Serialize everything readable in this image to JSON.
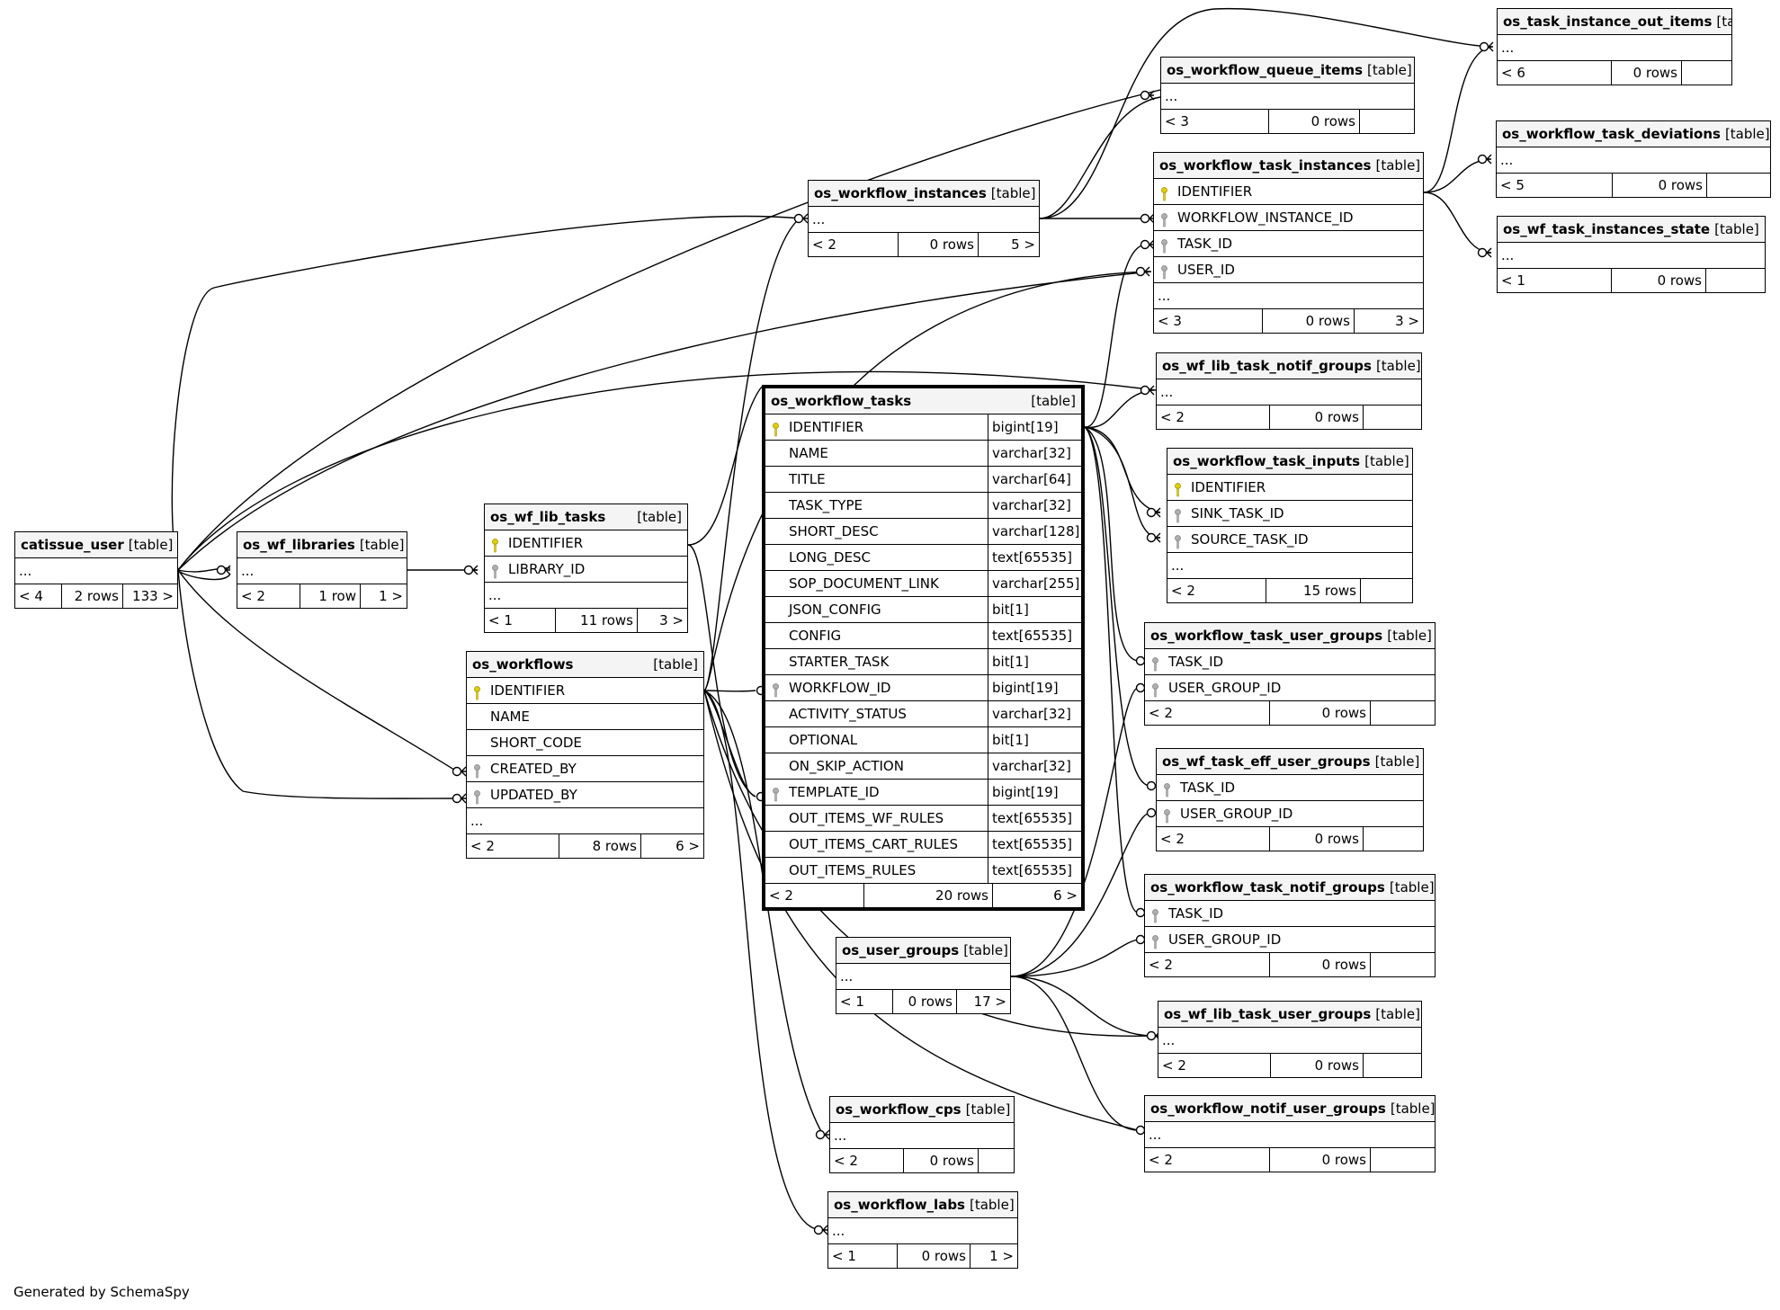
{
  "footer": "Generated by SchemaSpy",
  "table_tag": "[table]",
  "ellipsis": "...",
  "colors": {
    "pk_key": "#e0d000",
    "fk_key": "#b0b0b0",
    "header_bg": "#f4f4f4",
    "line": "#000000"
  },
  "tables": {
    "catissue_user": {
      "name": "catissue_user",
      "footer": [
        "< 4",
        "2 rows",
        "133 >"
      ]
    },
    "os_wf_libraries": {
      "name": "os_wf_libraries",
      "footer": [
        "< 2",
        "1 row",
        "1 >"
      ]
    },
    "os_wf_lib_tasks": {
      "name": "os_wf_lib_tasks",
      "columns": [
        "IDENTIFIER",
        "LIBRARY_ID"
      ],
      "footer": [
        "< 1",
        "11 rows",
        "3 >"
      ]
    },
    "os_workflows": {
      "name": "os_workflows",
      "columns": [
        "IDENTIFIER",
        "NAME",
        "SHORT_CODE",
        "CREATED_BY",
        "UPDATED_BY"
      ],
      "footer": [
        "< 2",
        "8 rows",
        "6 >"
      ]
    },
    "os_workflow_instances": {
      "name": "os_workflow_instances",
      "footer": [
        "< 2",
        "0 rows",
        "5 >"
      ]
    },
    "os_workflow_tasks": {
      "name": "os_workflow_tasks",
      "columns": [
        {
          "name": "IDENTIFIER",
          "type": "bigint[19]"
        },
        {
          "name": "NAME",
          "type": "varchar[32]"
        },
        {
          "name": "TITLE",
          "type": "varchar[64]"
        },
        {
          "name": "TASK_TYPE",
          "type": "varchar[32]"
        },
        {
          "name": "SHORT_DESC",
          "type": "varchar[128]"
        },
        {
          "name": "LONG_DESC",
          "type": "text[65535]"
        },
        {
          "name": "SOP_DOCUMENT_LINK",
          "type": "varchar[255]"
        },
        {
          "name": "JSON_CONFIG",
          "type": "bit[1]"
        },
        {
          "name": "CONFIG",
          "type": "text[65535]"
        },
        {
          "name": "STARTER_TASK",
          "type": "bit[1]"
        },
        {
          "name": "WORKFLOW_ID",
          "type": "bigint[19]"
        },
        {
          "name": "ACTIVITY_STATUS",
          "type": "varchar[32]"
        },
        {
          "name": "OPTIONAL",
          "type": "bit[1]"
        },
        {
          "name": "ON_SKIP_ACTION",
          "type": "varchar[32]"
        },
        {
          "name": "TEMPLATE_ID",
          "type": "bigint[19]"
        },
        {
          "name": "OUT_ITEMS_WF_RULES",
          "type": "text[65535]"
        },
        {
          "name": "OUT_ITEMS_CART_RULES",
          "type": "text[65535]"
        },
        {
          "name": "OUT_ITEMS_RULES",
          "type": "text[65535]"
        }
      ],
      "footer": [
        "< 2",
        "20 rows",
        "6 >"
      ]
    },
    "os_user_groups": {
      "name": "os_user_groups",
      "footer": [
        "< 1",
        "0 rows",
        "17 >"
      ]
    },
    "os_workflow_cps": {
      "name": "os_workflow_cps",
      "footer": [
        "< 2",
        "0 rows",
        ""
      ]
    },
    "os_workflow_labs": {
      "name": "os_workflow_labs",
      "footer": [
        "< 1",
        "0 rows",
        "1 >"
      ]
    },
    "os_task_instance_out_items": {
      "name": "os_task_instance_out_items",
      "footer": [
        "< 6",
        "0 rows",
        ""
      ]
    },
    "os_workflow_queue_items": {
      "name": "os_workflow_queue_items",
      "footer": [
        "< 3",
        "0 rows",
        ""
      ]
    },
    "os_workflow_task_instances": {
      "name": "os_workflow_task_instances",
      "columns": [
        "IDENTIFIER",
        "WORKFLOW_INSTANCE_ID",
        "TASK_ID",
        "USER_ID"
      ],
      "footer": [
        "< 3",
        "0 rows",
        "3 >"
      ]
    },
    "os_workflow_task_deviations": {
      "name": "os_workflow_task_deviations",
      "footer": [
        "< 5",
        "0 rows",
        ""
      ]
    },
    "os_wf_task_instances_state": {
      "name": "os_wf_task_instances_state",
      "footer": [
        "< 1",
        "0 rows",
        ""
      ]
    },
    "os_wf_lib_task_notif_groups": {
      "name": "os_wf_lib_task_notif_groups",
      "footer": [
        "< 2",
        "0 rows",
        ""
      ]
    },
    "os_workflow_task_inputs": {
      "name": "os_workflow_task_inputs",
      "columns": [
        "IDENTIFIER",
        "SINK_TASK_ID",
        "SOURCE_TASK_ID"
      ],
      "footer": [
        "< 2",
        "15 rows",
        ""
      ]
    },
    "os_workflow_task_user_groups": {
      "name": "os_workflow_task_user_groups",
      "columns": [
        "TASK_ID",
        "USER_GROUP_ID"
      ],
      "footer": [
        "< 2",
        "0 rows",
        ""
      ]
    },
    "os_wf_task_eff_user_groups": {
      "name": "os_wf_task_eff_user_groups",
      "columns": [
        "TASK_ID",
        "USER_GROUP_ID"
      ],
      "footer": [
        "< 2",
        "0 rows",
        ""
      ]
    },
    "os_workflow_task_notif_groups": {
      "name": "os_workflow_task_notif_groups",
      "columns": [
        "TASK_ID",
        "USER_GROUP_ID"
      ],
      "footer": [
        "< 2",
        "0 rows",
        ""
      ]
    },
    "os_wf_lib_task_user_groups": {
      "name": "os_wf_lib_task_user_groups",
      "footer": [
        "< 2",
        "0 rows",
        ""
      ]
    },
    "os_workflow_notif_user_groups": {
      "name": "os_workflow_notif_user_groups",
      "footer": [
        "< 2",
        "0 rows",
        ""
      ]
    }
  }
}
